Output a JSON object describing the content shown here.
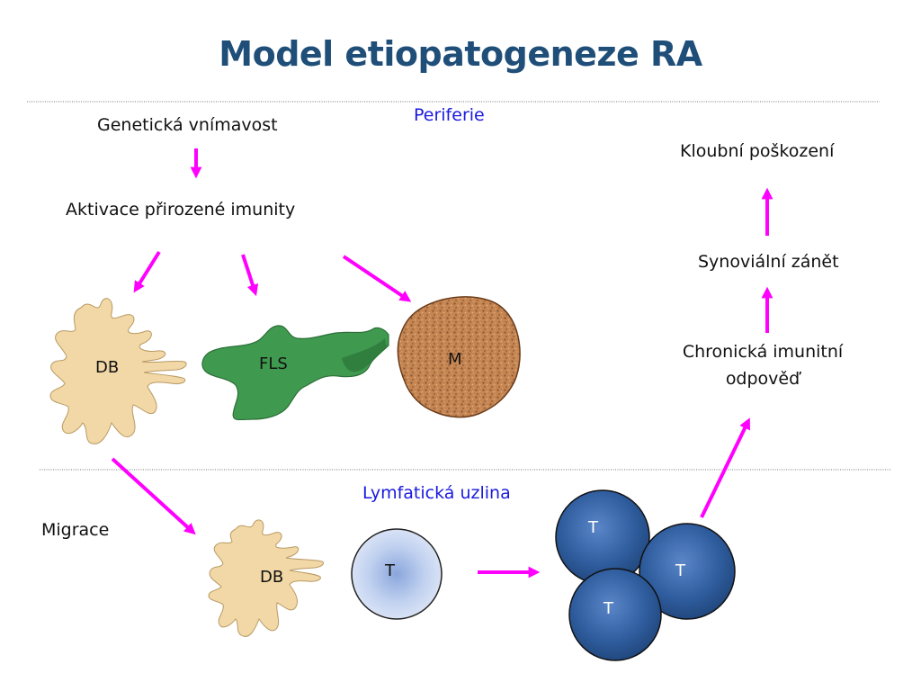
{
  "title": "Model etiopatogeneze RA",
  "regions": {
    "periphery": "Periferie",
    "lymph_node": "Lymfatická uzlina"
  },
  "labels": {
    "genetic": "Genetická vnímavost",
    "innate": "Aktivace přirozené imunity",
    "migration": "Migrace",
    "chronic_line1": "Chronická imunitní",
    "chronic_line2": "odpověď",
    "synovial": "Synoviální zánět",
    "joint_damage": "Kloubní poškození"
  },
  "cells": {
    "db_periphery": "DB",
    "fls": "FLS",
    "macrophage": "M",
    "db_lymph": "DB",
    "t_naive": "T",
    "t_cluster": [
      "T",
      "T",
      "T"
    ]
  },
  "colors": {
    "arrow": "#ff00ff",
    "title": "#1f4e79",
    "region_text": "#1a1adf",
    "dendritic": "#f2d8a6",
    "fls": "#3f9a4f",
    "macrophage": "#c08050",
    "t_naive": "#c8d6f0",
    "t_activated": "#2f5fa0"
  }
}
